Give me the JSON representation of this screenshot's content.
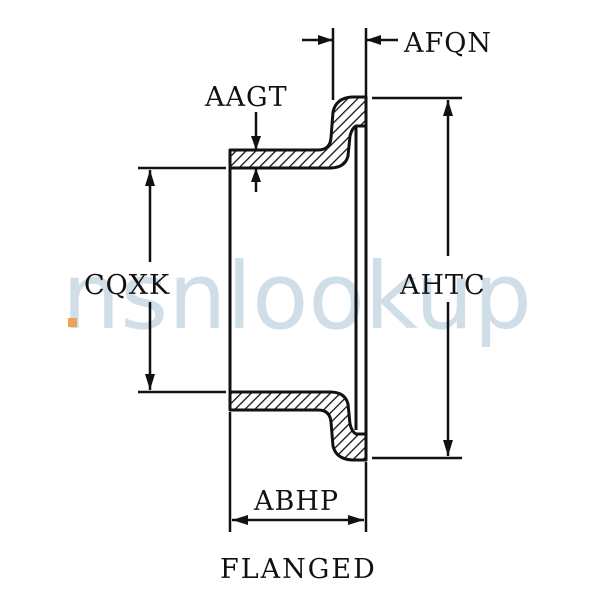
{
  "diagram": {
    "caption": "FLANGED",
    "dimensions": {
      "wall_flange_thickness": "AFQN",
      "wall_thickness": "AAGT",
      "inside_diameter": "CQXK",
      "flange_diameter": "AHTC",
      "overall_length": "ABHP"
    }
  },
  "watermark": {
    "text": "nsnlookup",
    "colors": {
      "primary": "#a9c3d6",
      "accent": "#f2a057"
    }
  },
  "colors": {
    "line": "#111111",
    "background": "#ffffff"
  }
}
